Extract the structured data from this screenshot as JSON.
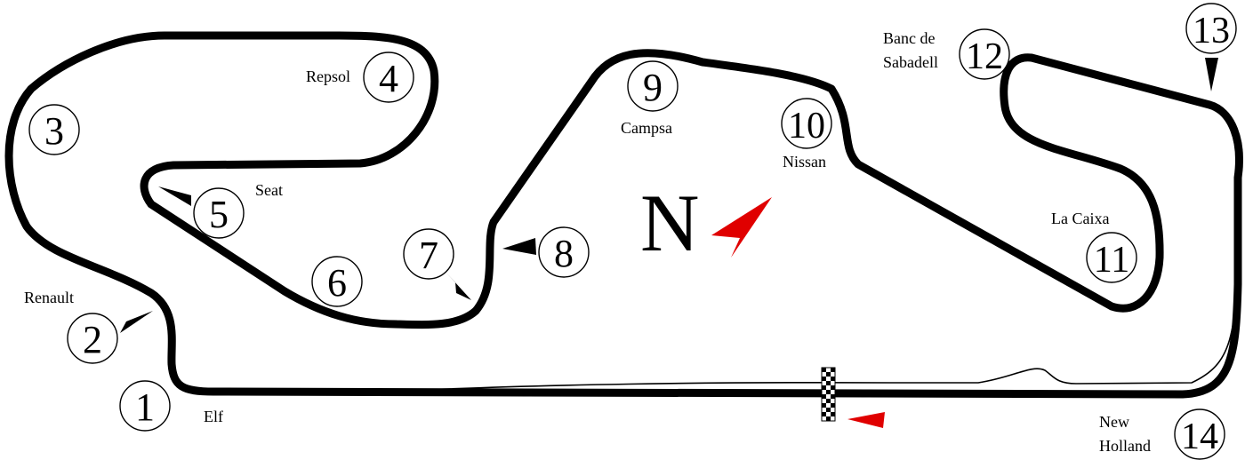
{
  "circuit": {
    "compass_letter": "N",
    "colors": {
      "track": "#000000",
      "accent": "#e00000",
      "pitlane": "#000000"
    },
    "turns": [
      {
        "number": "1",
        "name": "Elf"
      },
      {
        "number": "2",
        "name": "Renault"
      },
      {
        "number": "3",
        "name": ""
      },
      {
        "number": "4",
        "name": "Repsol"
      },
      {
        "number": "5",
        "name": "Seat"
      },
      {
        "number": "6",
        "name": ""
      },
      {
        "number": "7",
        "name": ""
      },
      {
        "number": "8",
        "name": ""
      },
      {
        "number": "9",
        "name": "Campsa"
      },
      {
        "number": "10",
        "name": "Nissan"
      },
      {
        "number": "11",
        "name": "La Caixa"
      },
      {
        "number": "12",
        "name_line1": "Banc de",
        "name_line2": "Sabadell"
      },
      {
        "number": "13",
        "name": ""
      },
      {
        "number": "14",
        "name_line1": "New",
        "name_line2": "Holland"
      }
    ],
    "icons": {
      "start_finish": "checkered-flag-icon",
      "direction": "red-arrow-icon",
      "north": "north-arrow-icon"
    }
  }
}
